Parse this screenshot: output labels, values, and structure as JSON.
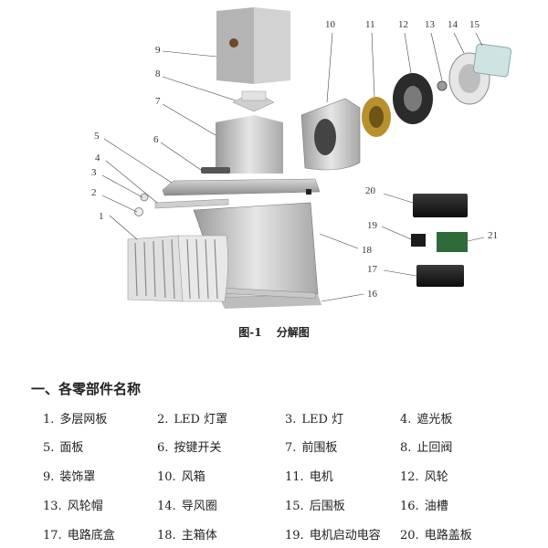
{
  "figure": {
    "labels": [
      "1",
      "2",
      "3",
      "4",
      "5",
      "6",
      "7",
      "8",
      "9",
      "10",
      "11",
      "12",
      "13",
      "14",
      "15",
      "16",
      "17",
      "18",
      "19",
      "20",
      "21"
    ]
  },
  "caption": {
    "number": "图-1",
    "title": "分解图"
  },
  "section_title": "一、各零部件名称",
  "parts": [
    {
      "num": "1.",
      "name": "多层网板"
    },
    {
      "num": "2.",
      "name": "LED 灯罩"
    },
    {
      "num": "3.",
      "name": "LED 灯"
    },
    {
      "num": "4.",
      "name": "遮光板"
    },
    {
      "num": "5.",
      "name": "面板"
    },
    {
      "num": "6.",
      "name": "按键开关"
    },
    {
      "num": "7.",
      "name": "前围板"
    },
    {
      "num": "8.",
      "name": "止回阀"
    },
    {
      "num": "9.",
      "name": "装饰罩"
    },
    {
      "num": "10.",
      "name": "风箱"
    },
    {
      "num": "11.",
      "name": "电机"
    },
    {
      "num": "12.",
      "name": "风轮"
    },
    {
      "num": "13.",
      "name": "风轮帽"
    },
    {
      "num": "14.",
      "name": "导风圈"
    },
    {
      "num": "15.",
      "name": "后围板"
    },
    {
      "num": "16.",
      "name": "油槽"
    },
    {
      "num": "17.",
      "name": "电路底盒"
    },
    {
      "num": "18.",
      "name": "主箱体"
    },
    {
      "num": "19.",
      "name": "电机启动电容"
    },
    {
      "num": "20.",
      "name": "电路盖板"
    }
  ]
}
